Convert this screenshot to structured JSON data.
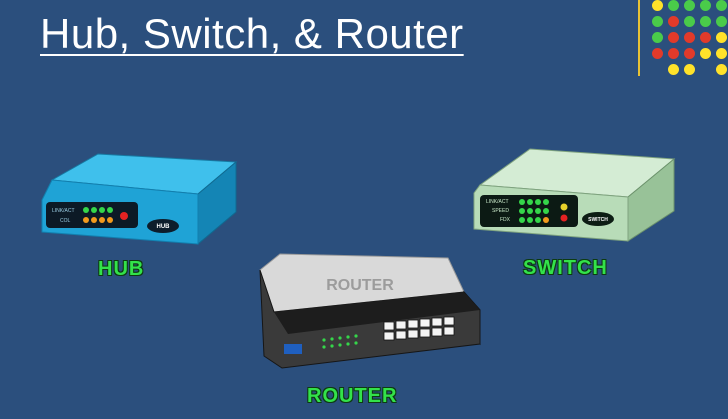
{
  "title": "Hub, Switch, & Router",
  "devices": {
    "hub": {
      "label": "HUB",
      "front_tags": [
        "LINK/ACT",
        "COL"
      ],
      "badge": "HUB"
    },
    "switch": {
      "label": "SWITCH",
      "front_tags": [
        "LINK/ACT",
        "SPEED",
        "FDX"
      ],
      "badge": "SWITCH"
    },
    "router": {
      "label": "ROUTER",
      "top_text": "ROUTER"
    }
  },
  "colors": {
    "background": "#2b4f7d",
    "label_green": "#33e24a",
    "hub_blue": "#1fa3d6",
    "switch_green": "#b8dcb8",
    "router_grey": "#d7d7d7"
  }
}
